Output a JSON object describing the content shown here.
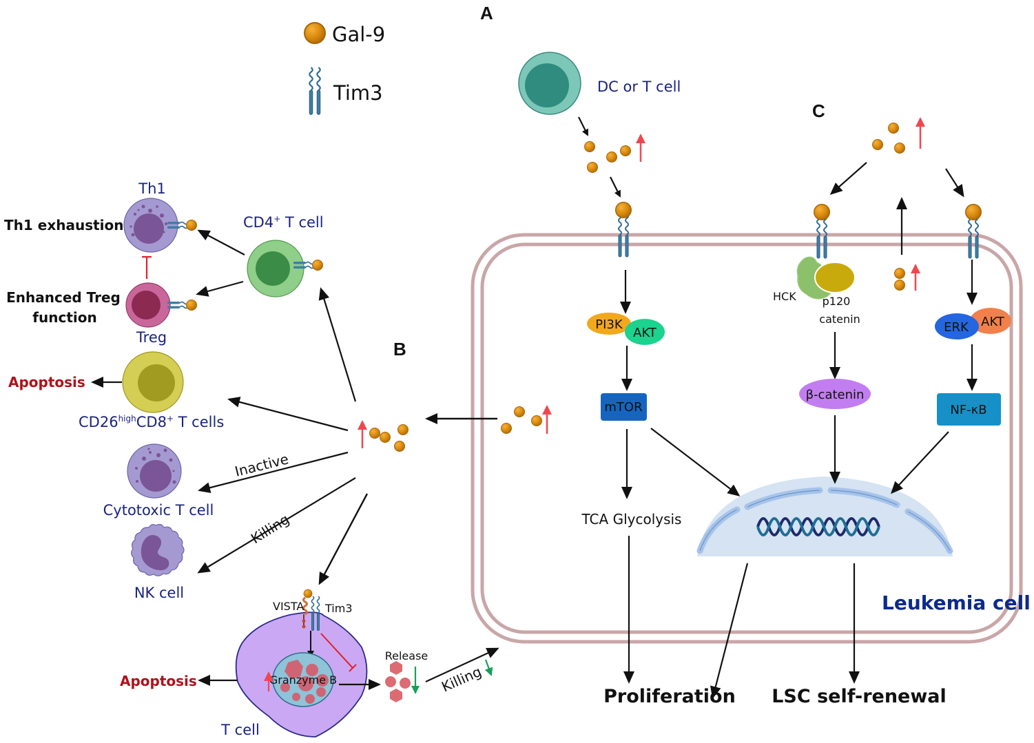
{
  "panels": {
    "a": "A",
    "b": "B",
    "c": "C"
  },
  "legend": {
    "gal9": {
      "label": "Gal-9",
      "icon": "gal9-ball-icon",
      "color": "#d98a0e"
    },
    "tim3": {
      "label": "Tim3",
      "icon": "tim3-receptor-icon",
      "color": "#2f6c94"
    }
  },
  "colors": {
    "arrow": "#111111",
    "increase_arrow": "#f0474f",
    "decrease_arrow": "#15a05a",
    "inhibition": "#e0202a",
    "membrane": "#c9a6a8",
    "label_blue": "#1a237e"
  },
  "panel_a": {
    "source_cell": "DC or T cell",
    "kinases": [
      "PI3K",
      "AKT"
    ],
    "effector": "mTOR",
    "metabolism": "TCA Glycolysis"
  },
  "panel_b": {
    "cd4": {
      "label": "CD4",
      "superscript": "+",
      "suffix": " T cell"
    },
    "th1": {
      "label": "Th1",
      "outcome": "Th1 exhaustion"
    },
    "treg": {
      "label": "Treg",
      "outcome_line1": "Enhanced Treg",
      "outcome_line2": "function"
    },
    "cd8": {
      "prefix": "CD26",
      "sup1": "high",
      "mid": "CD8",
      "sup2": "+",
      "suffix": " T cells",
      "outcome": "Apoptosis"
    },
    "ctl": {
      "label": "Cytotoxic T cell",
      "edge_label": "Inactive"
    },
    "nk": {
      "label": "NK cell",
      "edge_label": "Killing"
    },
    "tcell": {
      "label": "T cell",
      "receptor1": "VISTA",
      "receptor2": "Tim3",
      "granule": "Granzyme B",
      "release": "Release",
      "outcome": "Apoptosis",
      "edge_label": "Killing"
    }
  },
  "panel_c": {
    "kinase1": "HCK",
    "adaptor_line1": "p120",
    "adaptor_line2": "catenin",
    "effector1": "β-catenin",
    "kinases2": [
      "ERK",
      "AKT"
    ],
    "effector2": "NF-κB"
  },
  "leukemia_cell": {
    "label": "Leukemia cell"
  },
  "outcomes": {
    "proliferation": "Proliferation",
    "self_renewal": "LSC self-renewal"
  }
}
